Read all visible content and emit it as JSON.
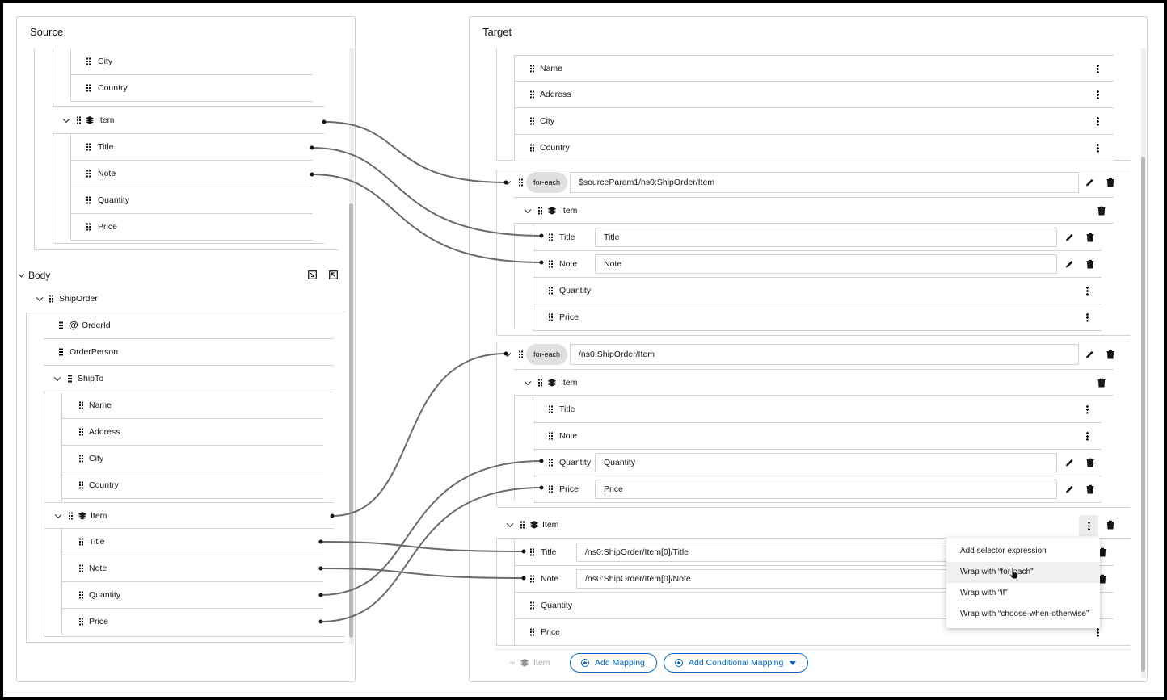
{
  "source": {
    "title": "Source",
    "param_rows": {
      "city": "City",
      "country": "Country",
      "item": "Item",
      "title": "Title",
      "note": "Note",
      "quantity": "Quantity",
      "price": "Price"
    },
    "body": {
      "label": "Body",
      "ship_order": "ShipOrder",
      "order_id": "OrderId",
      "order_person": "OrderPerson",
      "ship_to": "ShipTo",
      "name": "Name",
      "address": "Address",
      "city": "City",
      "country": "Country",
      "item": "Item",
      "title": "Title",
      "note": "Note",
      "quantity": "Quantity",
      "price": "Price"
    }
  },
  "target": {
    "title": "Target",
    "ship_to_rows": {
      "name": "Name",
      "address": "Address",
      "city": "City",
      "country": "Country"
    },
    "for_each_1": {
      "chip": "for-each",
      "expression": "$sourceParam1/ns0:ShipOrder/Item",
      "item": "Item",
      "title": "Title",
      "title_value": "Title",
      "note": "Note",
      "note_value": "Note",
      "quantity": "Quantity",
      "price": "Price"
    },
    "for_each_2": {
      "chip": "for-each",
      "expression": "/ns0:ShipOrder/Item",
      "item": "Item",
      "title": "Title",
      "note": "Note",
      "quantity": "Quantity",
      "quantity_value": "Quantity",
      "price": "Price",
      "price_value": "Price"
    },
    "item_3": {
      "item": "Item",
      "title": "Title",
      "title_value": "/ns0:ShipOrder/Item[0]/Title",
      "note": "Note",
      "note_value": "/ns0:ShipOrder/Item[0]/Note",
      "quantity": "Quantity",
      "price": "Price"
    },
    "footer": {
      "item": "Item",
      "add_mapping": "Add Mapping",
      "add_conditional_mapping": "Add Conditional Mapping"
    }
  },
  "context_menu": {
    "items": [
      "Add selector expression",
      "Wrap with “for-each”",
      "Wrap with “if”",
      "Wrap with “choose-when-otherwise”"
    ]
  }
}
